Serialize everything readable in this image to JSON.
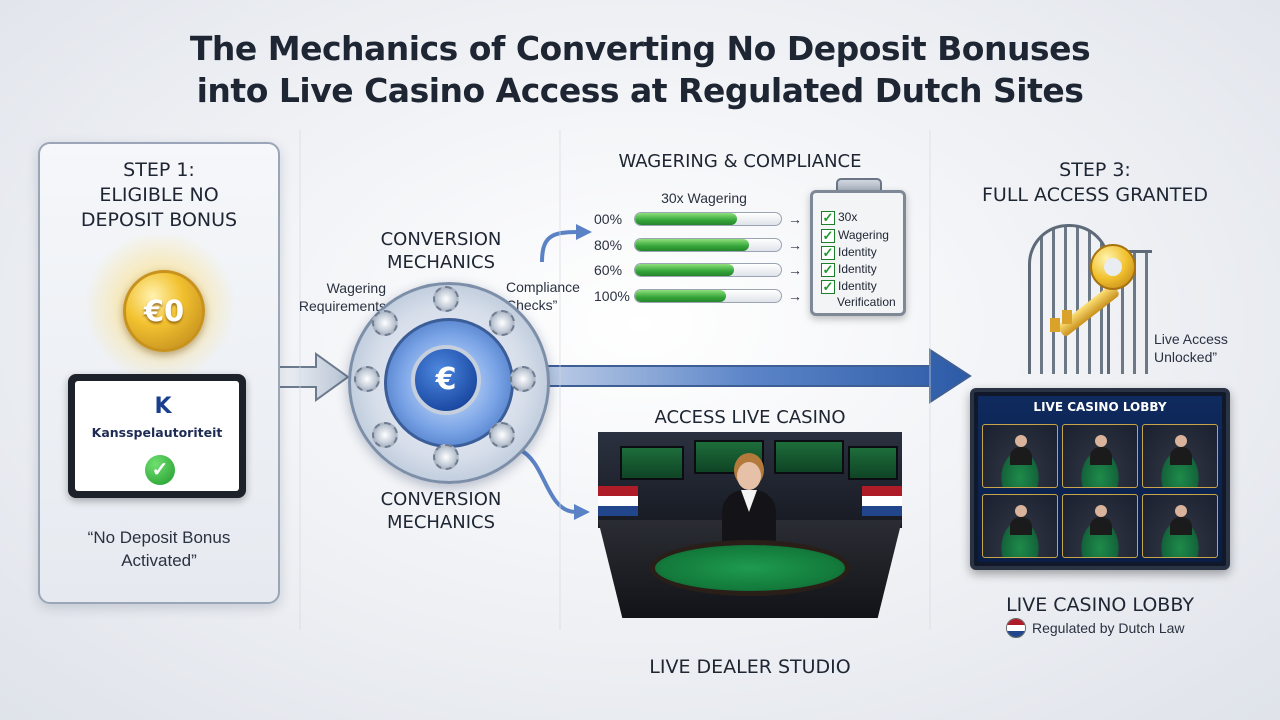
{
  "title": {
    "line1": "The Mechanics of Converting No Deposit Bonuses",
    "line2": "into Live Casino Access at Regulated Dutch Sites"
  },
  "step1": {
    "heading_line1": "STEP 1:",
    "heading_line2": "ELIGIBLE NO",
    "heading_line3": "DEPOSIT BONUS",
    "coin_value": "€0",
    "regulator_logo": "K",
    "regulator_name": "Kansspelautoriteit",
    "status_caption_line1": "“No Deposit Bonus",
    "status_caption_line2": "Activated”"
  },
  "conversion": {
    "top_label_line1": "CONVERSION",
    "top_label_line2": "MECHANICS",
    "bottom_label_line1": "CONVERSION",
    "bottom_label_line2": "MECHANICS",
    "left_label": "Wagering Requirements",
    "right_label_line1": "Compliance",
    "right_label_line2": "Checks”",
    "core_symbol": "€"
  },
  "wagering": {
    "heading": "WAGERING & COMPLIANCE",
    "subtitle": "30x Wagering",
    "rows": [
      {
        "label": "00%",
        "fill": 0.7
      },
      {
        "label": "80%",
        "fill": 0.78
      },
      {
        "label": "60%",
        "fill": 0.68
      },
      {
        "label": "100%",
        "fill": 0.62
      }
    ],
    "arrow_glyph": "→",
    "checklist": [
      "30x",
      "Wagering",
      "Identity",
      "Identity",
      "Identity",
      "Verification"
    ],
    "check_glyph": "✓"
  },
  "step3": {
    "heading_line1": "STEP 3:",
    "heading_line2": "FULL ACCESS GRANTED",
    "unlock_caption_line1": "Live Access",
    "unlock_caption_line2": "Unlocked”"
  },
  "live_casino": {
    "heading": "ACCESS LIVE CASINO",
    "studio_caption": "LIVE DEALER STUDIO"
  },
  "lobby": {
    "screen_title": "LIVE CASINO LOBBY",
    "caption": "LIVE CASINO LOBBY",
    "regulation_note": "Regulated by Dutch Law"
  },
  "icons": {
    "coin": "euro-coin-icon",
    "check": "green-check-icon",
    "gear": "gear-icon",
    "clipboard": "clipboard-icon",
    "key": "key-icon",
    "gate": "gate-icon",
    "flag": "dutch-flag-icon"
  },
  "colors": {
    "accent_blue": "#2f5fb3",
    "progress_green": "#35a53a",
    "gold": "#f2c230",
    "flag_red": "#ae1c28",
    "flag_white": "#ffffff",
    "flag_blue": "#21468b"
  }
}
